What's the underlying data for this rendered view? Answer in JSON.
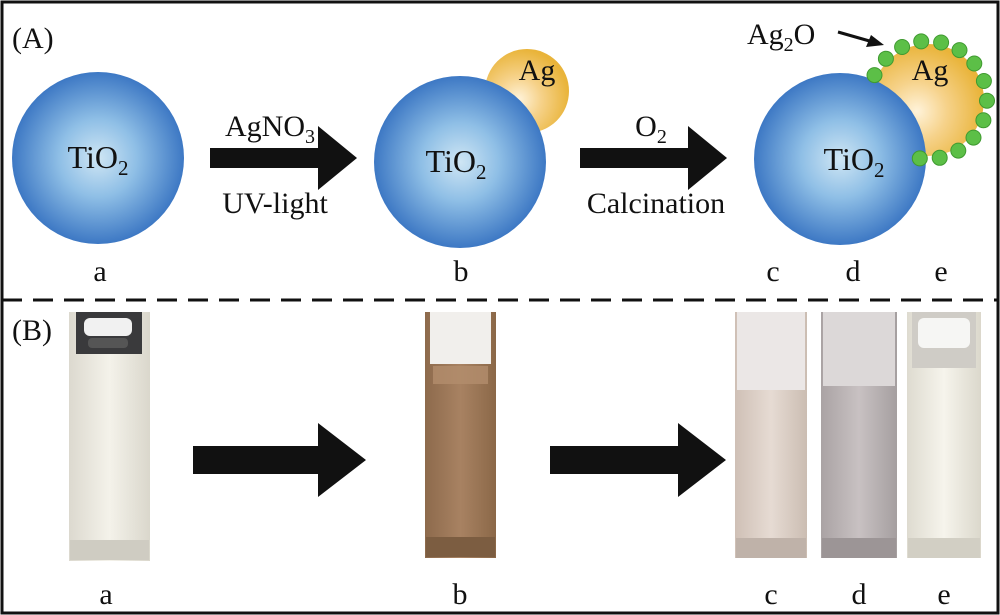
{
  "panel_a": {
    "label": "(A)",
    "particles": {
      "tio2": "TiO",
      "tio2_sub": "2",
      "ag": "Ag",
      "ag2o_main": "Ag",
      "ag2o_sub": "2",
      "ag2o_tail": "O"
    },
    "step1": {
      "top_main": "AgNO",
      "top_sub": "3",
      "bottom": "UV-light"
    },
    "step2": {
      "top_main": "O",
      "top_sub": "2",
      "bottom": "Calcination"
    },
    "letters": [
      "a",
      "b",
      "c",
      "d",
      "e"
    ]
  },
  "panel_b": {
    "label": "(B)",
    "letters": [
      "a",
      "b",
      "c",
      "d",
      "e"
    ],
    "sample_colors": {
      "a": "#efece3",
      "b": "#a07a58",
      "c": "#ddd0c8",
      "d": "#bfb8b9",
      "e": "#f0eee3"
    }
  },
  "colors": {
    "tio2_center": "#cfe6f4",
    "tio2_edge": "#3d78c4",
    "ag_center": "#fff3da",
    "ag_edge": "#e9b43a",
    "ag2o_dot": "#5cbf47",
    "arrow": "#111111"
  }
}
